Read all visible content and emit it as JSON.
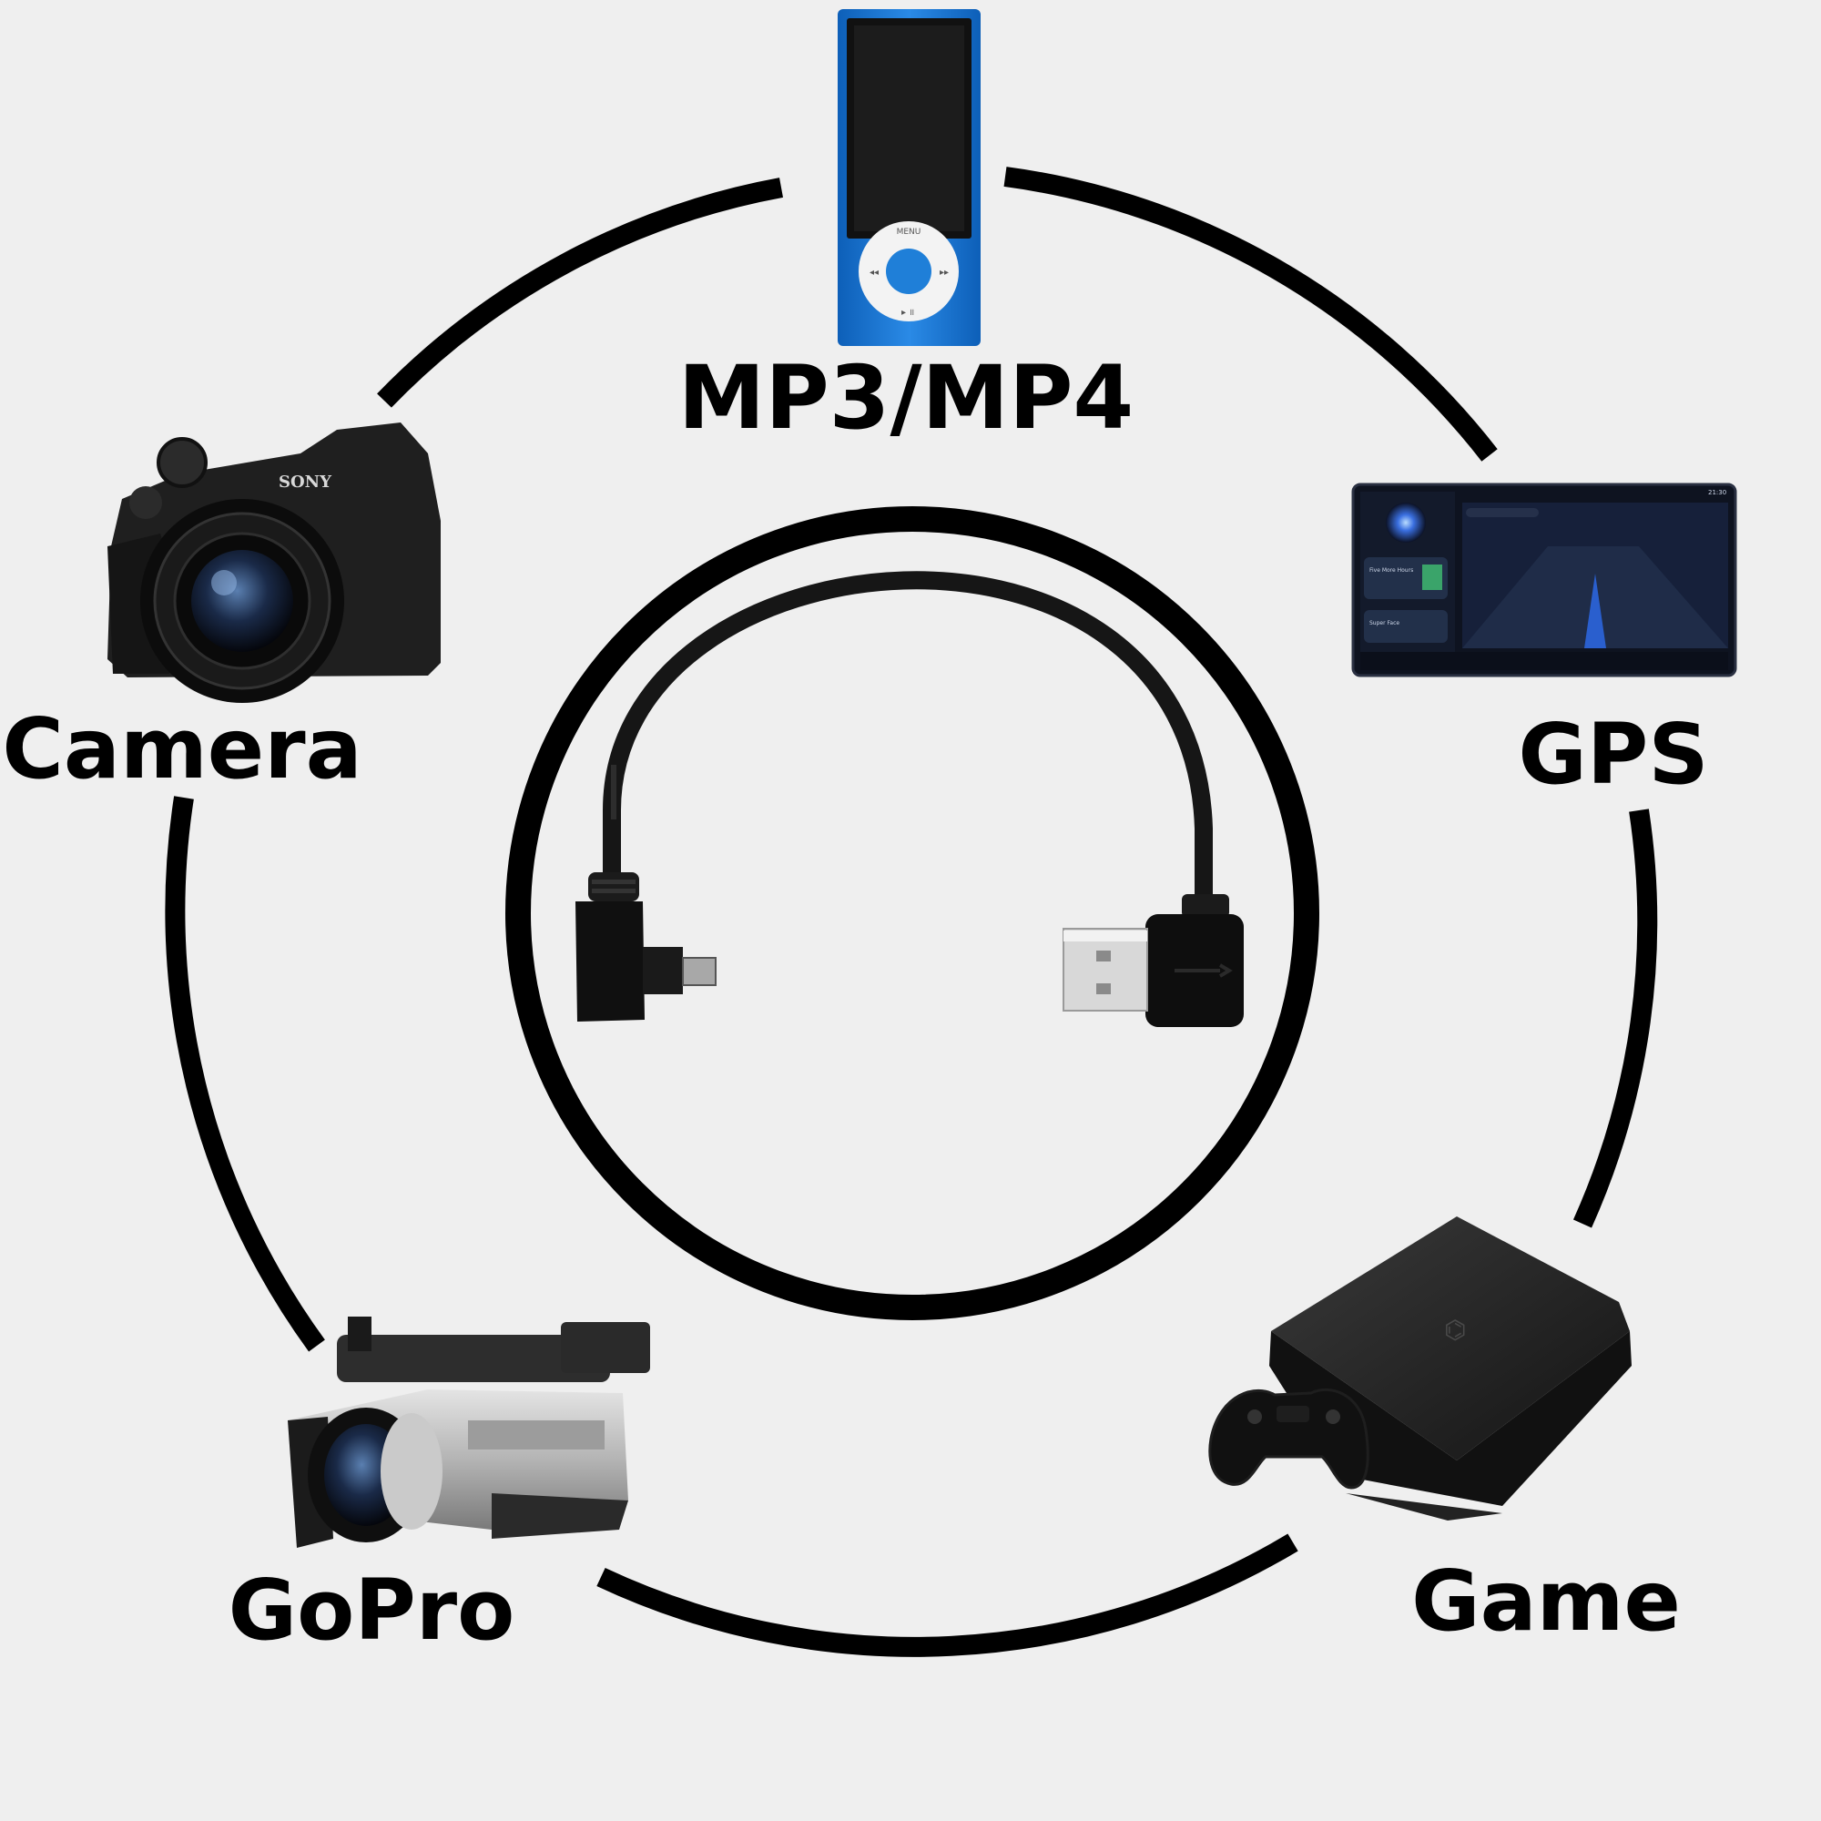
{
  "devices": {
    "mp3": {
      "label": "MP3/MP4",
      "icon": "mp3-player-icon",
      "menu_text": "MENU",
      "color": "#1f7fd8"
    },
    "camera": {
      "label": "Camera",
      "icon": "digital-camera-icon",
      "brand_text": "SONY"
    },
    "gps": {
      "label": "GPS",
      "icon": "car-navigation-screen-icon",
      "clock_text": "21:30",
      "card1_title": "Five More Hours",
      "card2_title": "Super Face"
    },
    "gopro": {
      "label": "GoPro",
      "icon": "camcorder-icon"
    },
    "game": {
      "label": "Game",
      "icon": "game-console-icon"
    }
  },
  "center": {
    "icon": "usb-mini-b-right-angle-cable-icon"
  },
  "colors": {
    "background": "#efefef",
    "ring": "#000000",
    "cable": "#111111"
  }
}
